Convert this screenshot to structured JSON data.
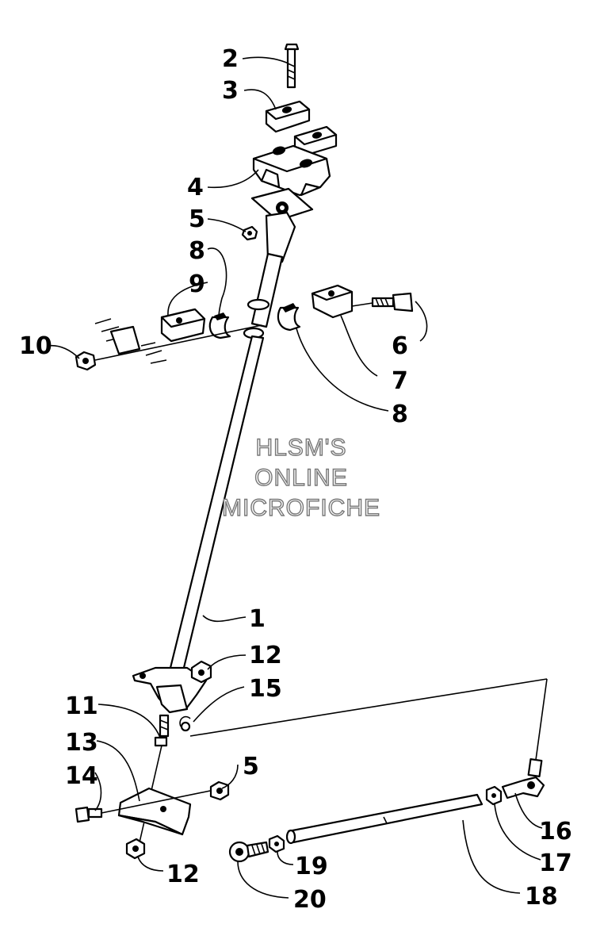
{
  "watermark": {
    "line1": "HLSM'S",
    "line2": "ONLINE",
    "line3": "MICROFICHE"
  },
  "callouts": [
    {
      "id": "c2",
      "text": "2"
    },
    {
      "id": "c3",
      "text": "3"
    },
    {
      "id": "c4",
      "text": "4"
    },
    {
      "id": "c5a",
      "text": "5"
    },
    {
      "id": "c8a",
      "text": "8"
    },
    {
      "id": "c9",
      "text": "9"
    },
    {
      "id": "c10",
      "text": "10"
    },
    {
      "id": "c6",
      "text": "6"
    },
    {
      "id": "c7",
      "text": "7"
    },
    {
      "id": "c8b",
      "text": "8"
    },
    {
      "id": "c1",
      "text": "1"
    },
    {
      "id": "c12a",
      "text": "12"
    },
    {
      "id": "c15",
      "text": "15"
    },
    {
      "id": "c11",
      "text": "11"
    },
    {
      "id": "c13",
      "text": "13"
    },
    {
      "id": "c14",
      "text": "14"
    },
    {
      "id": "c5b",
      "text": "5"
    },
    {
      "id": "c12b",
      "text": "12"
    },
    {
      "id": "c16",
      "text": "16"
    },
    {
      "id": "c17",
      "text": "17"
    },
    {
      "id": "c18",
      "text": "18"
    },
    {
      "id": "c19",
      "text": "19"
    },
    {
      "id": "c20",
      "text": "20"
    }
  ]
}
